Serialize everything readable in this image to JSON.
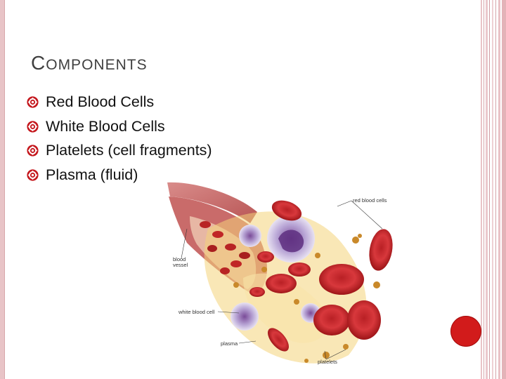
{
  "slide": {
    "title_first": "C",
    "title_rest": "OMPONENTS",
    "bullets": [
      "Red Blood Cells",
      "White Blood Cells",
      "Platelets (cell fragments)",
      "Plasma (fluid)"
    ]
  },
  "illustration": {
    "labels": {
      "red_blood_cells": "red blood cells",
      "blood_vessel_1": "blood",
      "blood_vessel_2": "vessel",
      "white_blood_cell": "white blood cell",
      "plasma": "plasma",
      "platelets": "platelets"
    }
  },
  "colors": {
    "accent_bullet": "#c4161c",
    "red_dot": "#d21b1b",
    "left_rule": "#e8c4c7",
    "right_bars": "#e6b9bd"
  },
  "icons": {
    "bullet": "gear-bullet-icon"
  }
}
